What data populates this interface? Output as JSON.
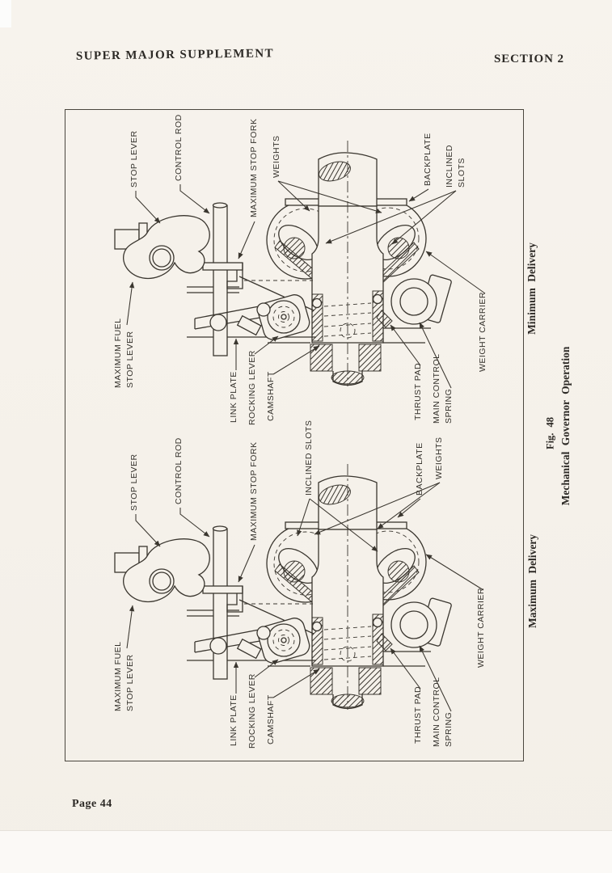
{
  "page": {
    "header": {
      "left": "SUPER MAJOR SUPPLEMENT",
      "right": "SECTION 2"
    },
    "footer": {
      "page_number": "Page 44"
    }
  },
  "figure": {
    "number": "Fig. 48",
    "title": "Mechanical Governor Operation",
    "top_caption": "Minimum Delivery",
    "bottom_caption": "Maximum Delivery",
    "labels": {
      "stop_lever": "STOP LEVER",
      "control_rod": "CONTROL ROD",
      "maximum_stop_fork": "MAXIMUM STOP FORK",
      "weights": "WEIGHTS",
      "backplate": "BACKPLATE",
      "inclined": "INCLINED",
      "slots": "SLOTS",
      "inclined_slots": "INCLINED SLOTS",
      "maximum_fuel": "MAXIMUM FUEL",
      "stop_lever_line2": "STOP LEVER",
      "link_plate": "LINK PLATE",
      "rocking_lever": "ROCKING LEVER",
      "camshaft": "CAMSHAFT",
      "thrust_pad": "THRUST PAD",
      "main_control": "MAIN CONTROL",
      "spring": "SPRING",
      "weight_carrier": "WEIGHT CARRIER"
    },
    "colors": {
      "paper": "#f5f1ea",
      "ink": "#35322c"
    }
  }
}
